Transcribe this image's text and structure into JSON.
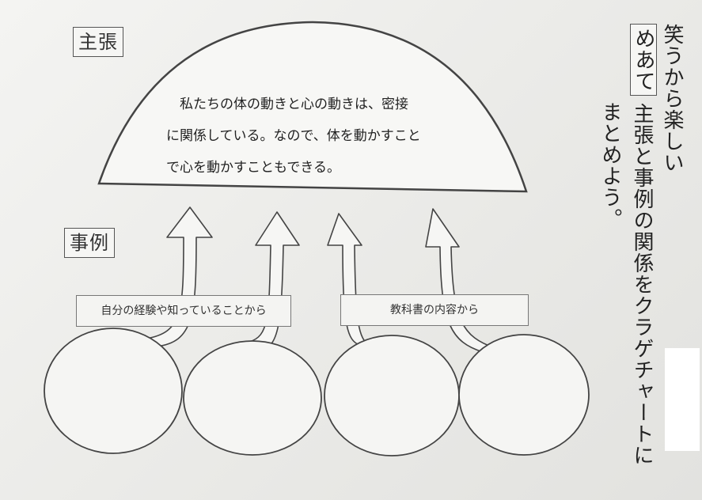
{
  "claim": {
    "label": "主張",
    "lines": [
      "　私たちの体の動きと心の動きは、密接",
      "に関係している。なので、体を動かすこと",
      "で心を動かすこともできる。"
    ]
  },
  "examples": {
    "label": "事例",
    "caption_left": "自分の経験や知っていることから",
    "caption_right": "教科書の内容から"
  },
  "sidebar": {
    "unit_title": "笑うから楽しい",
    "aim_label": "めあて",
    "aim_line1": "主張と事例の関係をクラゲチャートに",
    "aim_line2": "まとめよう。"
  },
  "colors": {
    "line": "#444444",
    "fill": "#f6f6f4",
    "paper": "#ececea"
  }
}
